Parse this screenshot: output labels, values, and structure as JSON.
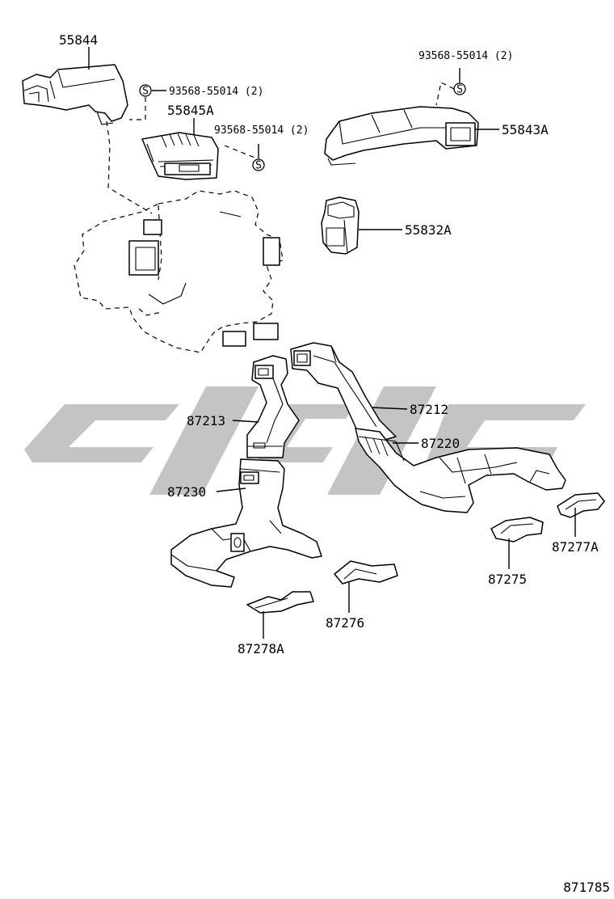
{
  "diagram": {
    "figure_code": "871785",
    "parts": {
      "p55844": "55844",
      "p55845A": "55845A",
      "p55843A": "55843A",
      "p55832A": "55832A",
      "p87213": "87213",
      "p87212": "87212",
      "p87220": "87220",
      "p87230": "87230",
      "p87277A": "87277A",
      "p87275": "87275",
      "p87276": "87276",
      "p87278A": "87278A"
    },
    "screw_refs": {
      "screw_1": "93568-55014 (2)",
      "screw_2": "93568-55014 (2)",
      "screw_3": "93568-55014 (2)"
    },
    "screw_symbol": "S"
  }
}
